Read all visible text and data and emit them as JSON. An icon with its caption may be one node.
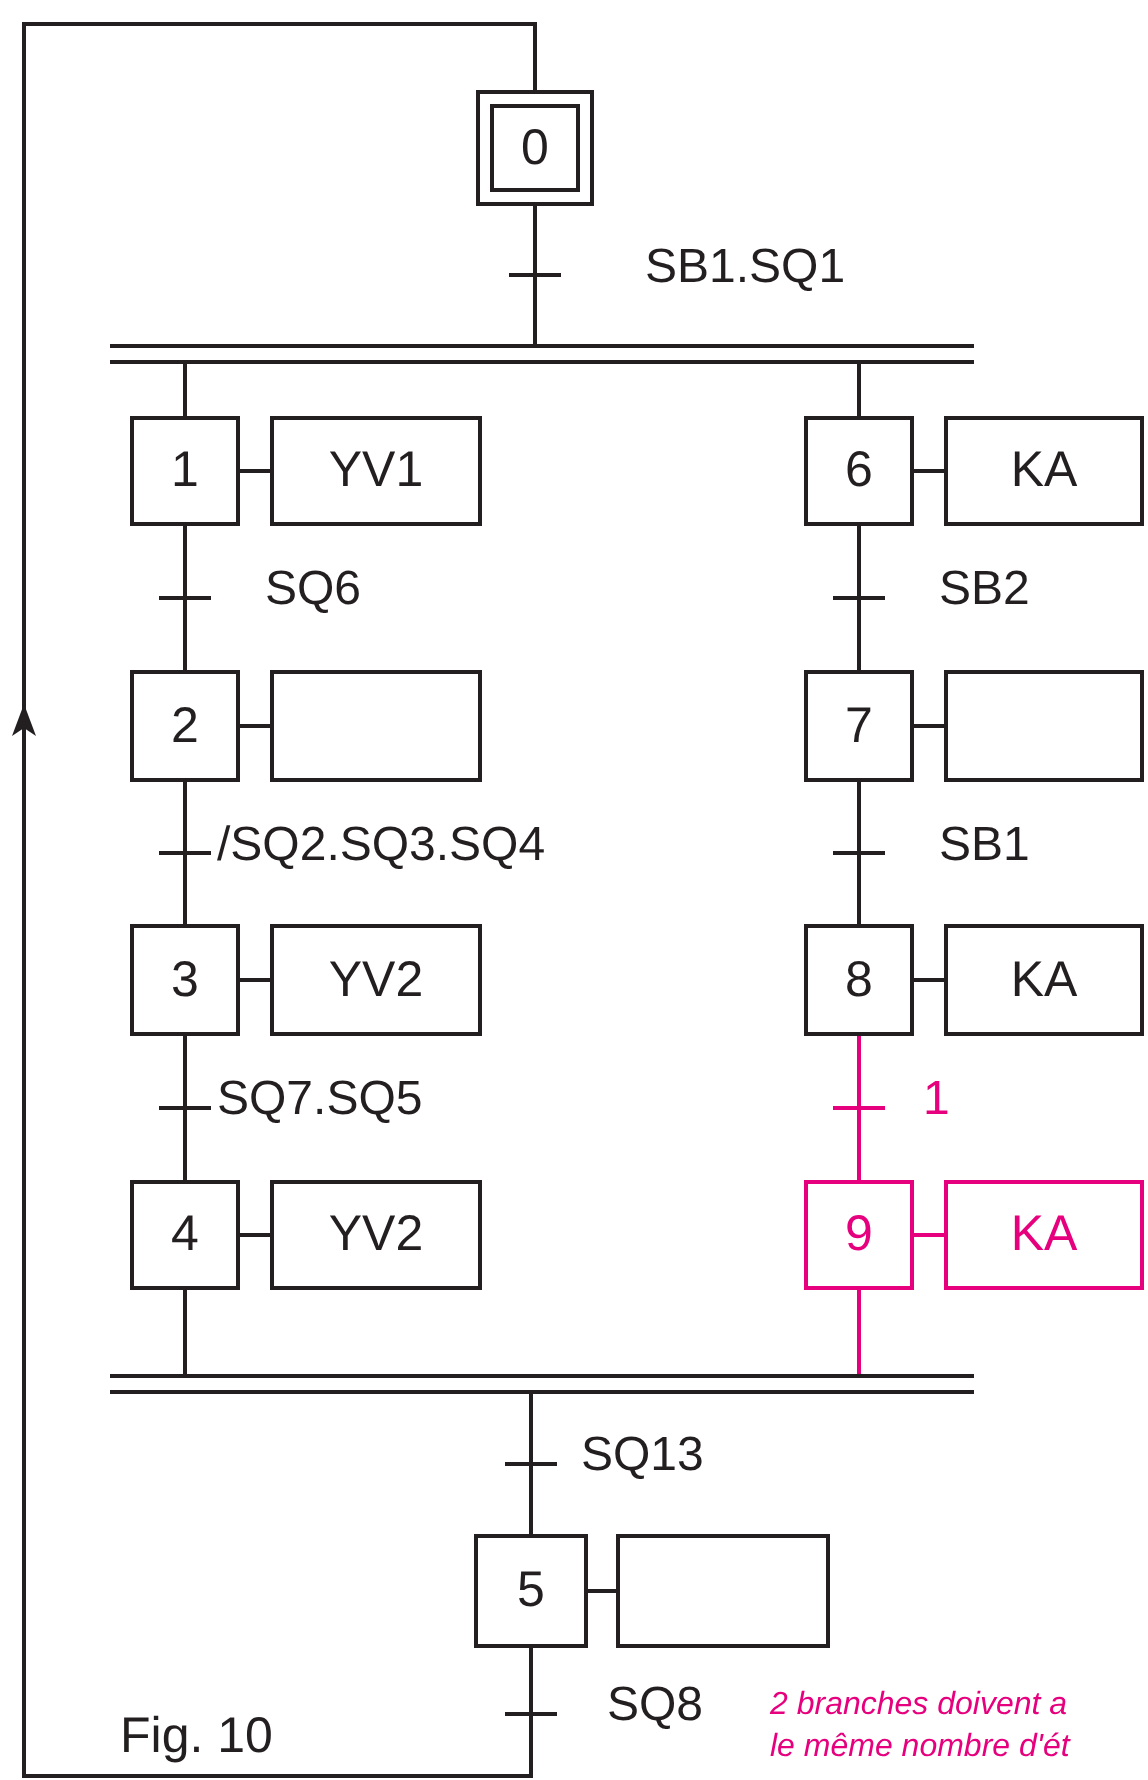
{
  "diagram": {
    "nodes": [
      {
        "text": [
          "0"
        ]
      },
      {
        "text": [],
        "shape": "bar"
      },
      {
        "text": [
          "1"
        ]
      },
      {
        "text": [
          "YV1"
        ]
      },
      {
        "text": [
          "2"
        ]
      },
      {
        "text": [],
        "shape": "box"
      },
      {
        "text": [
          "3"
        ]
      },
      {
        "text": [
          "YV2"
        ]
      },
      {
        "text": [
          "4"
        ]
      },
      {
        "text": [
          "YV2"
        ]
      },
      {
        "text": [
          "6"
        ]
      },
      {
        "text": [
          "KA"
        ]
      },
      {
        "text": [
          "7"
        ]
      },
      {
        "text": [],
        "shape": "box"
      },
      {
        "text": [
          "8"
        ]
      },
      {
        "text": [
          "KA"
        ]
      },
      {
        "text": [
          "9"
        ]
      },
      {
        "text": [
          "KA"
        ]
      },
      {
        "text": [],
        "shape": "bar"
      },
      {
        "text": [
          "5"
        ]
      },
      {
        "text": [],
        "shape": "box"
      }
    ],
    "edges": [
      {
        "from": 0,
        "to": 1,
        "arrow": "none",
        "label": "SB1.SQ1"
      },
      {
        "from": 1,
        "to": 2,
        "arrow": "none"
      },
      {
        "from": 1,
        "to": 10,
        "arrow": "none"
      },
      {
        "from": 2,
        "to": 3,
        "arrow": "none"
      },
      {
        "from": 2,
        "to": 4,
        "arrow": "none",
        "label": "SQ6"
      },
      {
        "from": 4,
        "to": 5,
        "arrow": "none"
      },
      {
        "from": 4,
        "to": 6,
        "arrow": "none",
        "label": "/SQ2.SQ3.SQ4"
      },
      {
        "from": 6,
        "to": 7,
        "arrow": "none"
      },
      {
        "from": 6,
        "to": 8,
        "arrow": "none",
        "label": "SQ7.SQ5"
      },
      {
        "from": 8,
        "to": 9,
        "arrow": "none"
      },
      {
        "from": 8,
        "to": 18,
        "arrow": "none"
      },
      {
        "from": 10,
        "to": 11,
        "arrow": "none"
      },
      {
        "from": 10,
        "to": 12,
        "arrow": "none",
        "label": "SB2"
      },
      {
        "from": 12,
        "to": 13,
        "arrow": "none"
      },
      {
        "from": 12,
        "to": 14,
        "arrow": "none",
        "label": "SB1"
      },
      {
        "from": 14,
        "to": 15,
        "arrow": "none"
      },
      {
        "from": 14,
        "to": 16,
        "arrow": "none",
        "label": "1",
        "color": "#e6007e"
      },
      {
        "from": 16,
        "to": 17,
        "arrow": "none",
        "color": "#e6007e"
      },
      {
        "from": 16,
        "to": 18,
        "arrow": "none",
        "color": "#e6007e"
      },
      {
        "from": 18,
        "to": 19,
        "arrow": "none",
        "label": "SQ13"
      },
      {
        "from": 19,
        "to": 20,
        "arrow": "none"
      },
      {
        "from": 19,
        "to": 0,
        "arrow": "to",
        "label": "SQ8"
      }
    ],
    "labels": [
      "Fig. 10",
      "2 branches doivent a",
      "le même nombre d'ét"
    ]
  }
}
